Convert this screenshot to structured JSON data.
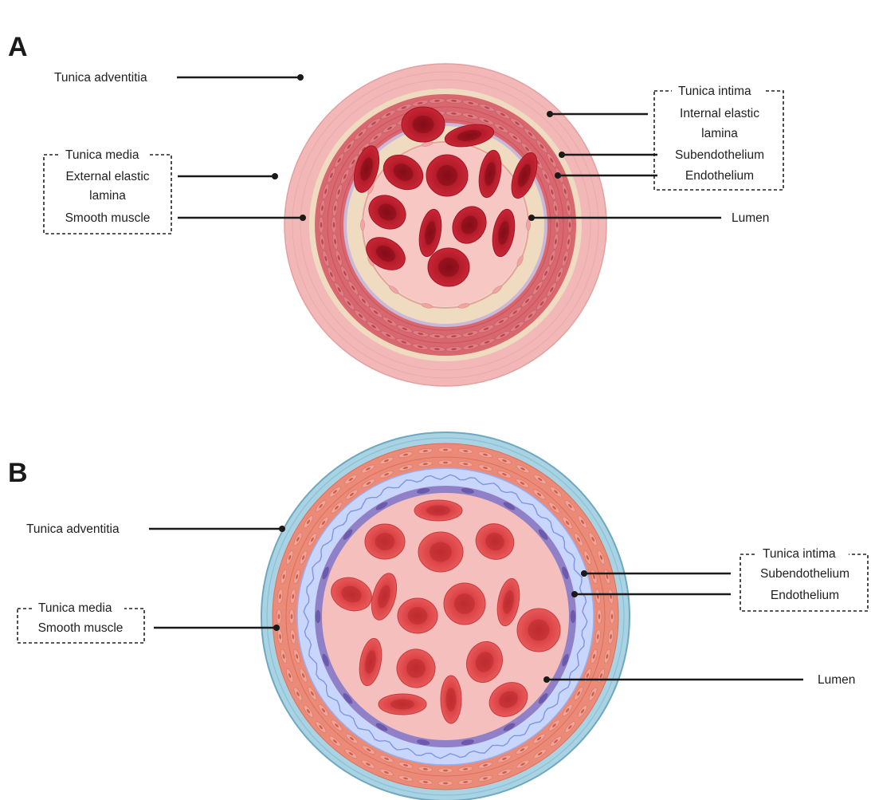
{
  "panel_a": {
    "letter": "A",
    "labels": {
      "tunica_adventitia": "Tunica adventitia",
      "tunica_media": "Tunica media",
      "external_elastic_lamina_1": "External elastic",
      "external_elastic_lamina_2": "lamina",
      "smooth_muscle": "Smooth muscle",
      "tunica_intima": "Tunica intima",
      "internal_elastic_lamina_1": "Internal elastic",
      "internal_elastic_lamina_2": "lamina",
      "subendothelium": "Subendothelium",
      "endothelium": "Endothelium",
      "lumen": "Lumen"
    }
  },
  "panel_b": {
    "letter": "B",
    "labels": {
      "tunica_adventitia": "Tunica adventitia",
      "tunica_media": "Tunica media",
      "smooth_muscle": "Smooth muscle",
      "tunica_intima": "Tunica intima",
      "subendothelium": "Subendothelium",
      "endothelium": "Endothelium",
      "lumen": "Lumen"
    }
  },
  "colors": {
    "artery_adventitia": "#f2b8b8",
    "artery_media": "#d9676f",
    "artery_elastic": "#efdcc0",
    "artery_lumen": "#f6c7c3",
    "artery_rbc": "#c0202e",
    "vein_adventitia": "#a9d3e3",
    "vein_media": "#ec8a78",
    "vein_subendothelium": "#c9d6fb",
    "vein_endothelium": "#8f80c8",
    "vein_lumen": "#f5bfbe",
    "vein_rbc": "#e0484c"
  }
}
